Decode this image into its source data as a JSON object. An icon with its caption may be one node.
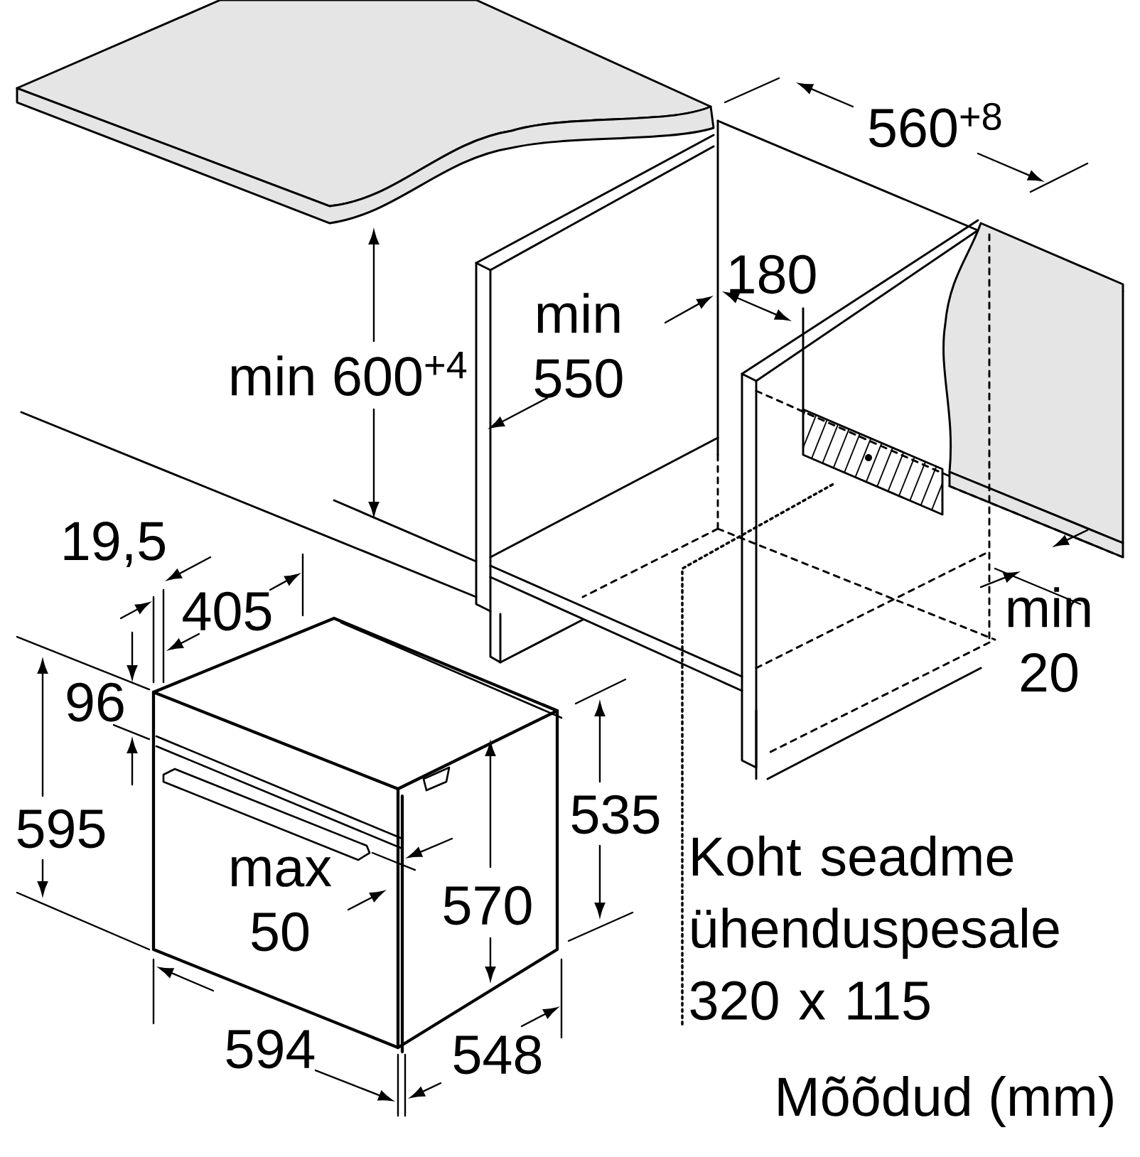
{
  "diagram": {
    "nodes": [
      {
        "text": [
          "Koht seadme ühenduspesale 320 x 115"
        ]
      },
      {
        "text": [],
        "shape": "box"
      }
    ],
    "edges": [
      {
        "from": 0,
        "to": 1,
        "arrow": "none",
        "style": "dashed"
      }
    ],
    "labels": [
      "560$^{+8}$",
      "180",
      "min 600$^{+4}$",
      "min 550",
      "19,5",
      "405",
      "min 20",
      "96",
      "535",
      "595",
      "max 50",
      "570",
      "594",
      "548",
      "Mõõdud (mm)"
    ]
  }
}
